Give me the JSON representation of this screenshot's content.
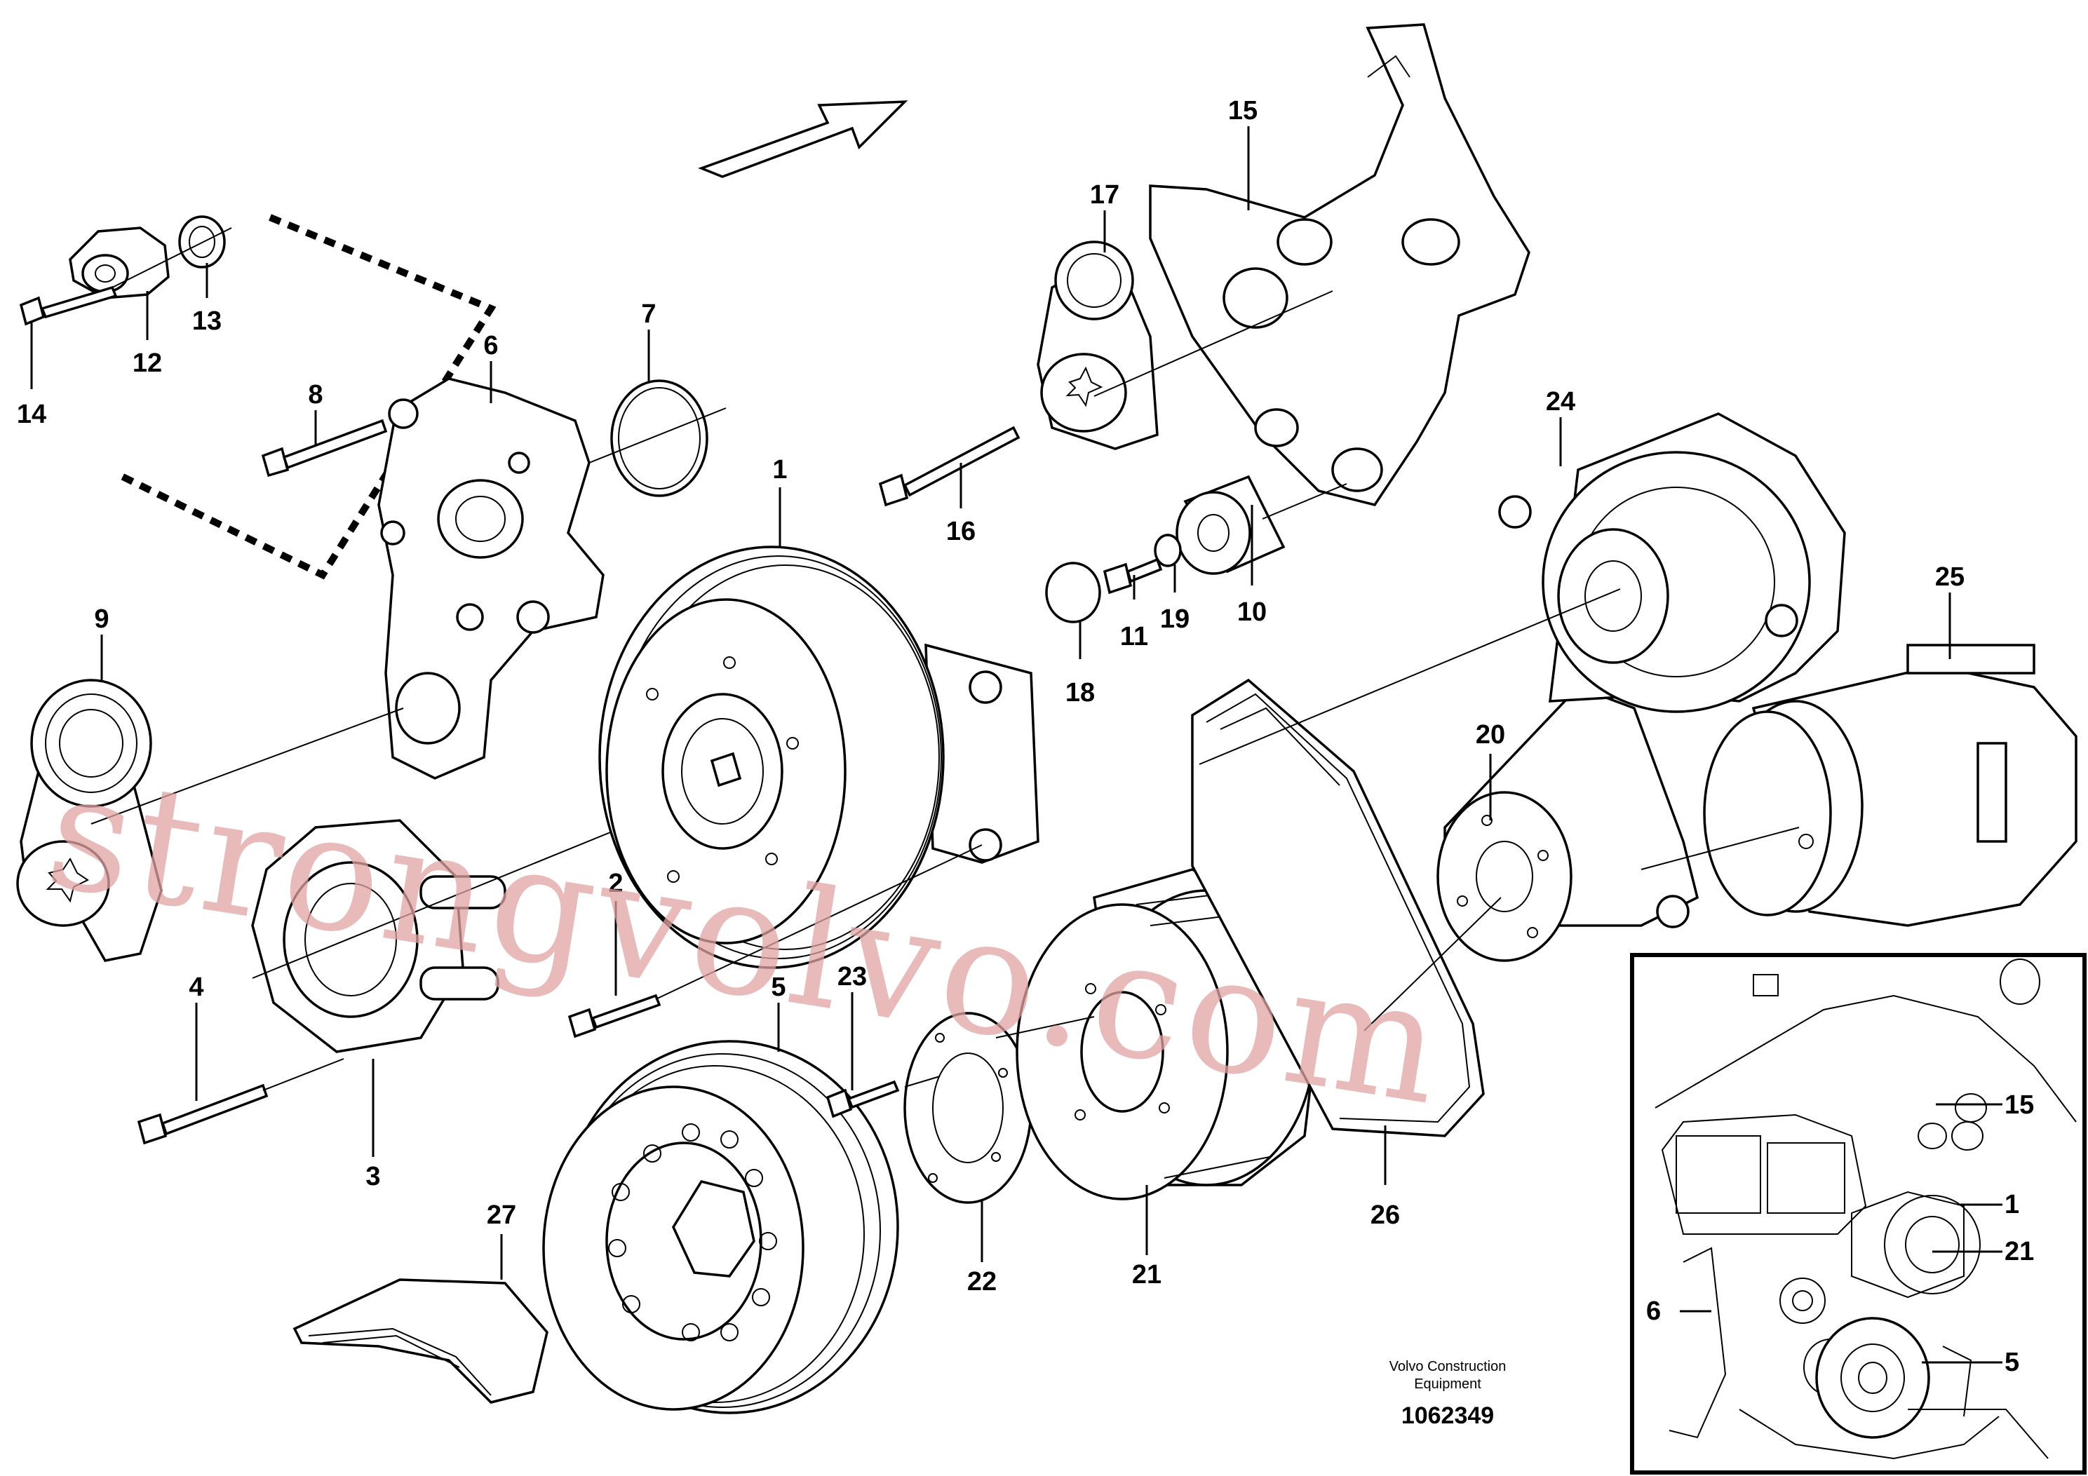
{
  "callouts": {
    "c1": "1",
    "c2": "2",
    "c3": "3",
    "c4": "4",
    "c5": "5",
    "c6": "6",
    "c7": "7",
    "c8": "8",
    "c9": "9",
    "c10": "10",
    "c11": "11",
    "c12": "12",
    "c13": "13",
    "c14": "14",
    "c15": "15",
    "c16": "16",
    "c17": "17",
    "c18": "18",
    "c19": "19",
    "c20": "20",
    "c21": "21",
    "c22": "22",
    "c23": "23",
    "c24": "24",
    "c25": "25",
    "c26": "26",
    "c27": "27"
  },
  "inset": {
    "labels": {
      "l15": "15",
      "l1": "1",
      "l21": "21",
      "l6": "6",
      "l5": "5"
    }
  },
  "caption": {
    "line1": "Volvo Construction",
    "line2": "Equipment",
    "doc_number": "1062349"
  },
  "watermark": "strongvolvo.com",
  "colors": {
    "line": "#000000",
    "watermark": "#e2a3a3",
    "background": "#ffffff"
  }
}
